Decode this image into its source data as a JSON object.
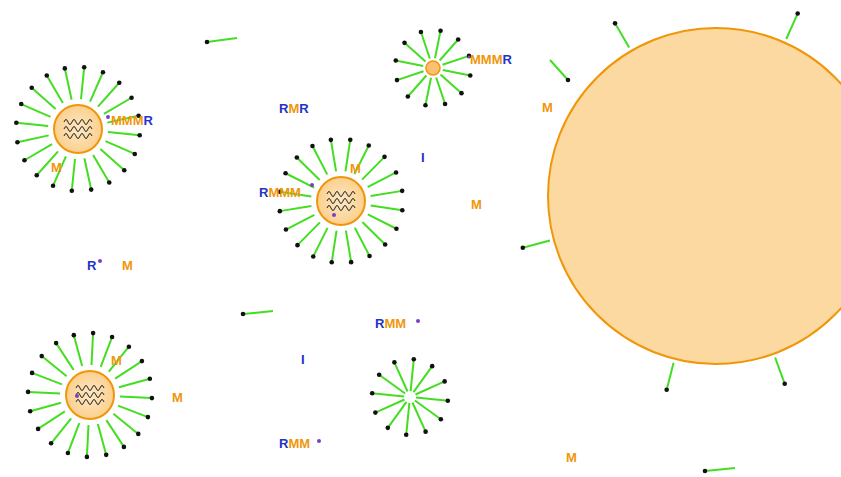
{
  "diagram": {
    "labels": [
      "MMMR",
      "MMMR",
      "RMR",
      "M",
      "M",
      "I",
      "RMMM",
      "M",
      "M",
      "R",
      "M",
      "RMM",
      "I",
      "M",
      "M",
      "RMM",
      "M"
    ]
  }
}
